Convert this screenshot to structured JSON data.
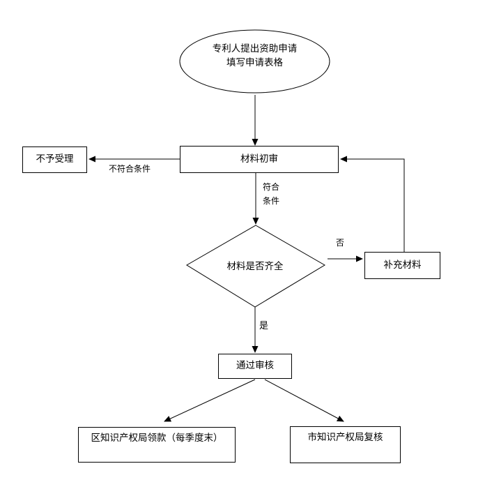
{
  "flowchart": {
    "start": {
      "line1": "专利人提出资助申请",
      "line2": "填写申请表格"
    },
    "nodes": {
      "reject": "不予受理",
      "initial_review": "材料初审",
      "decision": "材料是否齐全",
      "supplement": "补充材料",
      "pass": "通过审核",
      "district": "区知识产权局领款（每季度末）",
      "city": "市知识产权局复核"
    },
    "edge_labels": {
      "not_qualified": "不符合条件",
      "qualified_line1": "符合",
      "qualified_line2": "条件",
      "no": "否",
      "yes": "是"
    },
    "colors": {
      "stroke": "#000000",
      "background": "#ffffff",
      "text": "#000000"
    }
  }
}
